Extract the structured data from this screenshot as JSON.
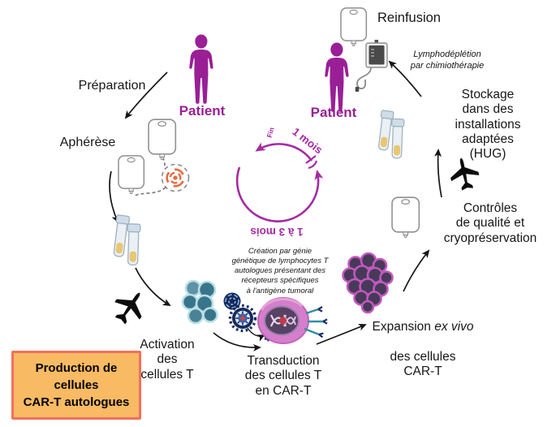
{
  "colors": {
    "magenta": "#9A1F96",
    "cycle": "#A62AA4",
    "box_fill": "#F8BA63",
    "box_border": "#F2705C"
  },
  "cycle": {
    "top_label": "1 mois",
    "bottom_label": "1 à 3 mois",
    "end_label": "Fin"
  },
  "labels": {
    "preparation": "Préparation",
    "apherese": "Aphérèse",
    "patient_left": "Patient",
    "patient_right": "Patient",
    "reinfusion": "Reinfusion",
    "lymphodepletion": "Lymphodéplétion\npar chimiothérapie",
    "stockage": "Stockage\ndans des installations\nadaptées (HUG)",
    "controles": "Contrôles\nde qualité et\ncryopréservation",
    "activation": "Activation\ndes\ncellules T",
    "transduction": "Transduction\ndes cellules T\nen CAR-T",
    "creation_note": "Création par génie\ngénétique de lymphocytes T\nautologues présentant des\nrécepteurs spécifiques\nà l'antigène tumoral",
    "production_box": "Production de\ncellules\nCAR-T autologues"
  },
  "expansion": {
    "prefix": "Expansion",
    "italic": "ex vivo",
    "rest": "des cellules\nCAR-T"
  }
}
